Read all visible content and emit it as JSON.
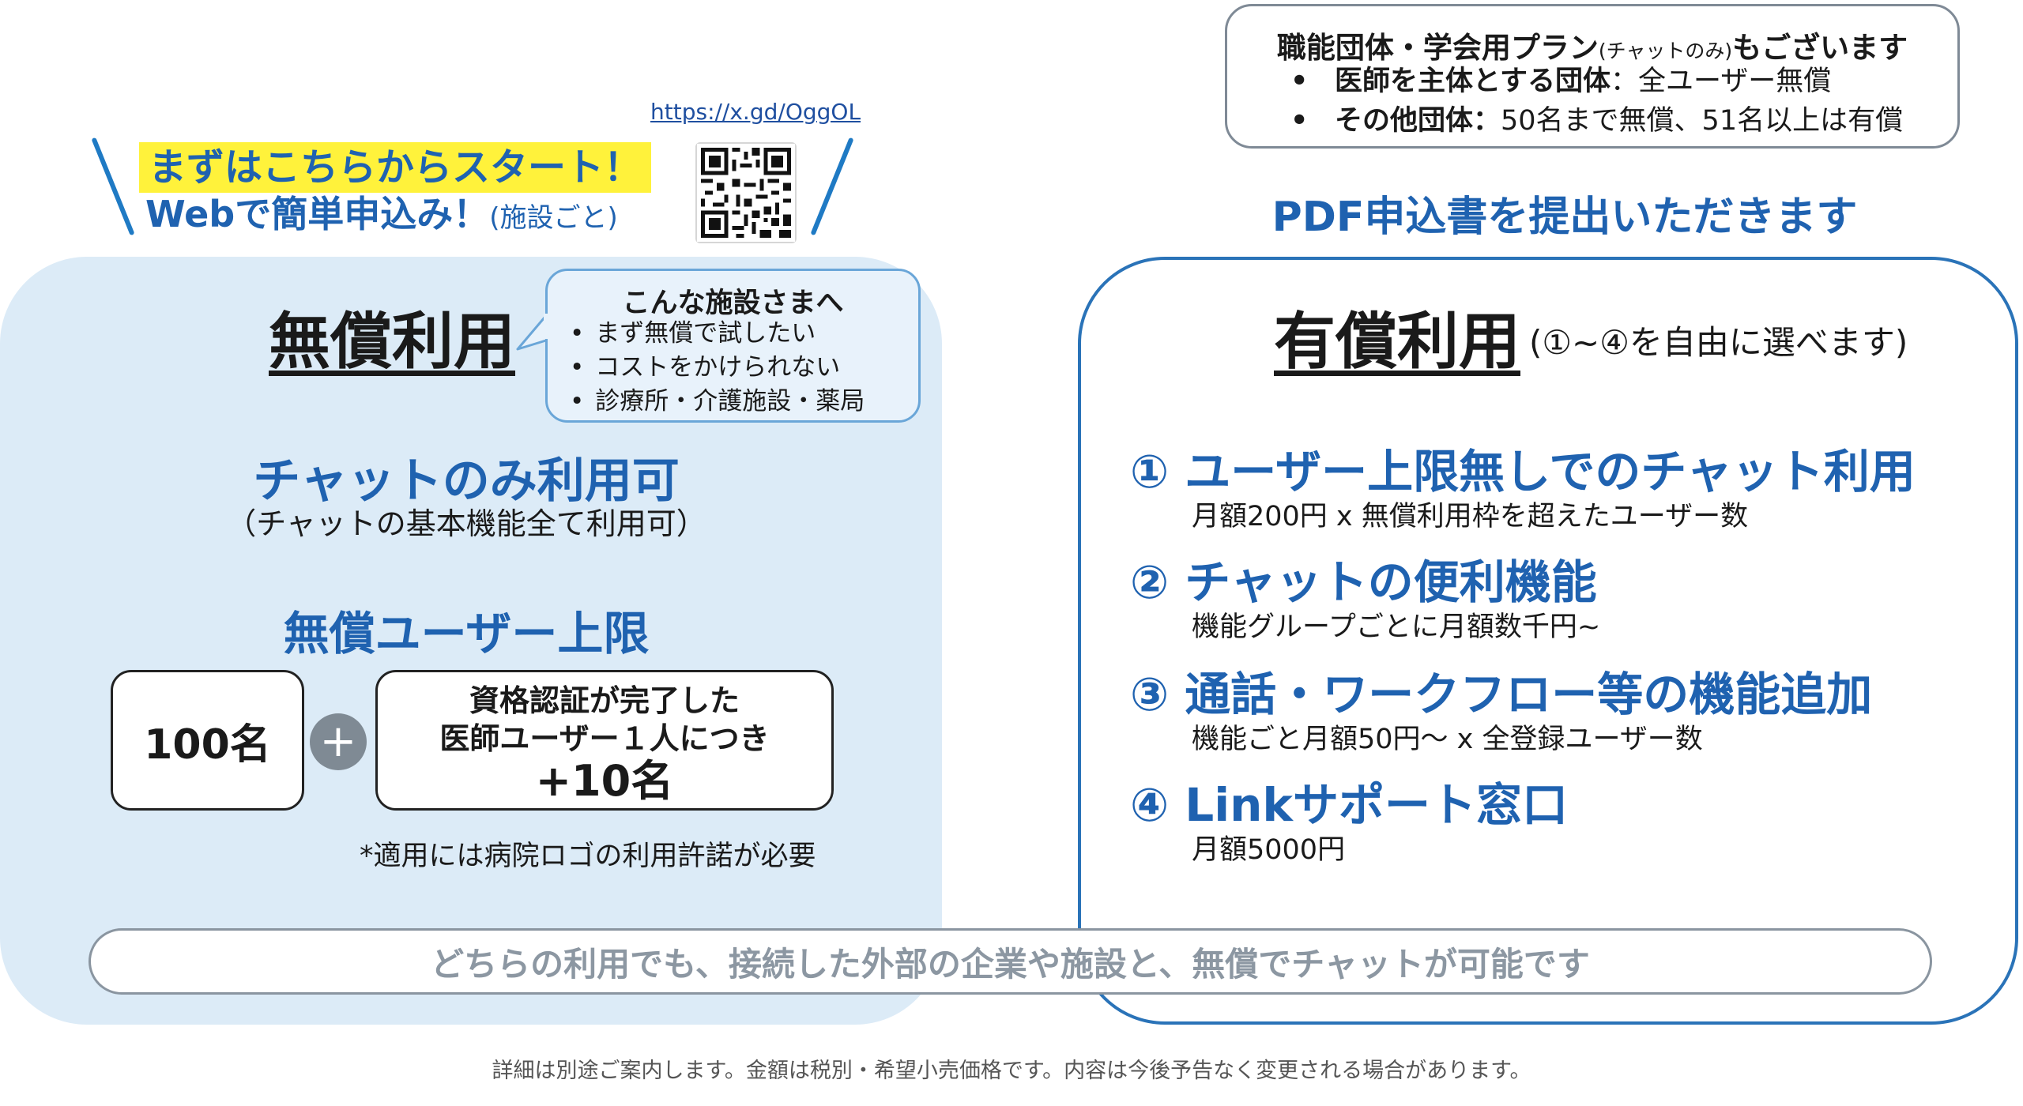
{
  "cta": {
    "url": "https://x.gd/OggOL",
    "line1": "まずはこちらからスタート！",
    "line2_main": "Webで簡単申込み！",
    "line2_small": "(施設ごと)",
    "qr_icon": "qr-code-icon"
  },
  "plan_box": {
    "title_main": "職能団体・学会用プラン",
    "title_small": "(チャットのみ)",
    "title_tail": "もございます",
    "items": [
      {
        "bullet": "•",
        "bold": "医師を主体とする団体",
        "sep": "：",
        "text": "全ユーザー無償"
      },
      {
        "bullet": "•",
        "bold": "その他団体：",
        "sep": "",
        "text": "50名まで無償、51名以上は有償"
      }
    ]
  },
  "pdf_heading": "PDF申込書を提出いただきます",
  "free": {
    "title": "無償利用",
    "bubble": {
      "title": "こんな施設さまへ",
      "items": [
        "まず無償で試したい",
        "コストをかけられない",
        "診療所・介護施設・薬局"
      ]
    },
    "chat_only": "チャットのみ利用可",
    "chat_only_sub": "（チャットの基本機能全て利用可）",
    "limit_heading": "無償ユーザー上限",
    "base_users": "100名",
    "plus_symbol": "+",
    "verified_line1": "資格認証が完了した",
    "verified_line2": "医師ユーザー１人につき",
    "verified_line3": "+10名",
    "footnote": "*適用には病院ロゴの利用許諾が必要"
  },
  "paid": {
    "title": "有償利用",
    "note": "(①~④を自由に選べます)",
    "options": [
      {
        "title": "① ユーザー上限無しでのチャット利用",
        "sub": "月額200円 x  無償利用枠を超えたユーザー数"
      },
      {
        "title": "② チャットの便利機能",
        "sub": "機能グループごとに月額数千円~"
      },
      {
        "title": "③ 通話・ワークフロー等の機能追加",
        "sub": "機能ごと月額50円〜 x 全登録ユーザー数"
      },
      {
        "title": "④ Linkサポート窓口",
        "sub": "月額5000円"
      }
    ]
  },
  "banner": "どちらの利用でも、接続した外部の企業や施設と、無償でチャットが可能です",
  "disclaimer": "詳細は別途ご案内します。金額は税別・希望小売価格です。内容は今後予告なく変更される場合があります。",
  "colors": {
    "accent_blue": "#1f62b0",
    "highlight_yellow": "#fff23b",
    "free_bg": "#dcebf7",
    "paid_border": "#2a73b8",
    "banner_text": "#8c97a2"
  }
}
